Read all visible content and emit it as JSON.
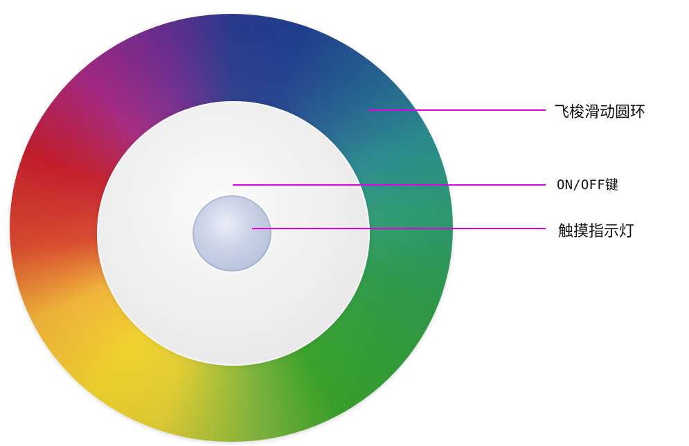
{
  "callouts": [
    {
      "label": "飞梭滑动圆环"
    },
    {
      "label": "ON/OFF键"
    },
    {
      "label": "触摸指示灯"
    }
  ],
  "colors": {
    "callout_line": "#e000e0"
  }
}
